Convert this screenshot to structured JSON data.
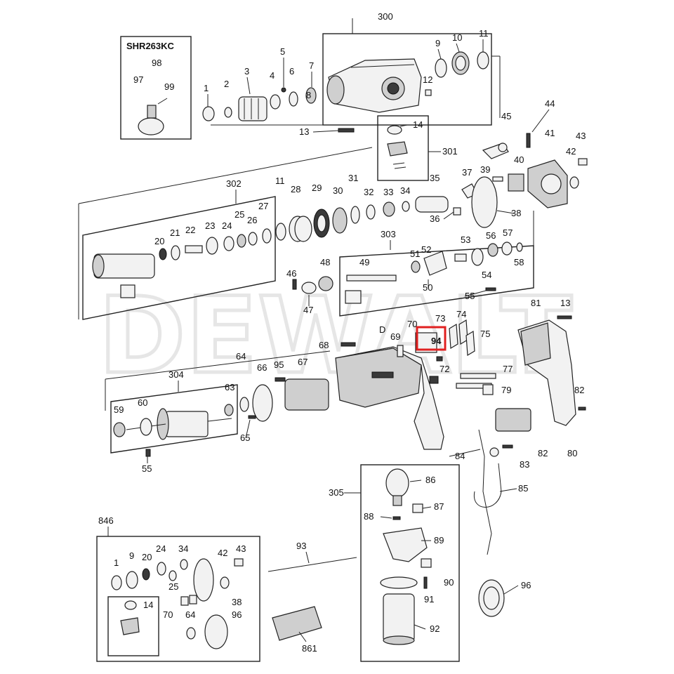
{
  "diagram": {
    "watermark": "DEWALT",
    "kit_label": "SHR263KC",
    "assembly_labels": {
      "a300": "300",
      "a301": "301",
      "a302": "302",
      "a303": "303",
      "a304": "304",
      "a305": "305",
      "a846": "846"
    },
    "highlighted_part": "94",
    "callouts": {
      "c1": "1",
      "c2": "2",
      "c3": "3",
      "c4": "4",
      "c5": "5",
      "c6": "6",
      "c7": "7",
      "c8": "8",
      "c9": "9",
      "c10": "10",
      "c11": "11",
      "c11b": "11",
      "c12": "12",
      "c13": "13",
      "c13b": "13",
      "c14": "14",
      "c14b": "14",
      "c20": "20",
      "c20b": "20",
      "c21": "21",
      "c22": "22",
      "c23": "23",
      "c24": "24",
      "c24b": "24",
      "c25": "25",
      "c25b": "25",
      "c26": "26",
      "c27": "27",
      "c28": "28",
      "c29": "29",
      "c30": "30",
      "c31": "31",
      "c32": "32",
      "c33": "33",
      "c34": "34",
      "c34b": "34",
      "c35": "35",
      "c36": "36",
      "c37": "37",
      "c38": "38",
      "c38b": "38",
      "c39": "39",
      "c40": "40",
      "c41": "41",
      "c42": "42",
      "c42b": "42",
      "c43": "43",
      "c43b": "43",
      "c44": "44",
      "c45": "45",
      "c46": "46",
      "c47": "47",
      "c48": "48",
      "c49": "49",
      "c50": "50",
      "c51": "51",
      "c52": "52",
      "c53": "53",
      "c54": "54",
      "c55": "55",
      "c55b": "55",
      "c56": "56",
      "c57": "57",
      "c58": "58",
      "c59": "59",
      "c60": "60",
      "c63": "63",
      "c64": "64",
      "c64b": "64",
      "c65": "65",
      "c66": "66",
      "c67": "67",
      "c68": "68",
      "c69": "69",
      "c70": "70",
      "c70b": "70",
      "c72": "72",
      "c73": "73",
      "c74": "74",
      "c75": "75",
      "c77": "77",
      "c79": "79",
      "c80": "80",
      "c81": "81",
      "c82": "82",
      "c82b": "82",
      "c83": "83",
      "c84": "84",
      "c85": "85",
      "c86": "86",
      "c87": "87",
      "c88": "88",
      "c89": "89",
      "c90": "90",
      "c91": "91",
      "c92": "92",
      "c93": "93",
      "c95": "95",
      "c96": "96",
      "c96b": "96",
      "c97": "97",
      "c98": "98",
      "c99": "99",
      "cD": "D",
      "c861": "861",
      "c9b": "9",
      "c1b": "1"
    }
  }
}
